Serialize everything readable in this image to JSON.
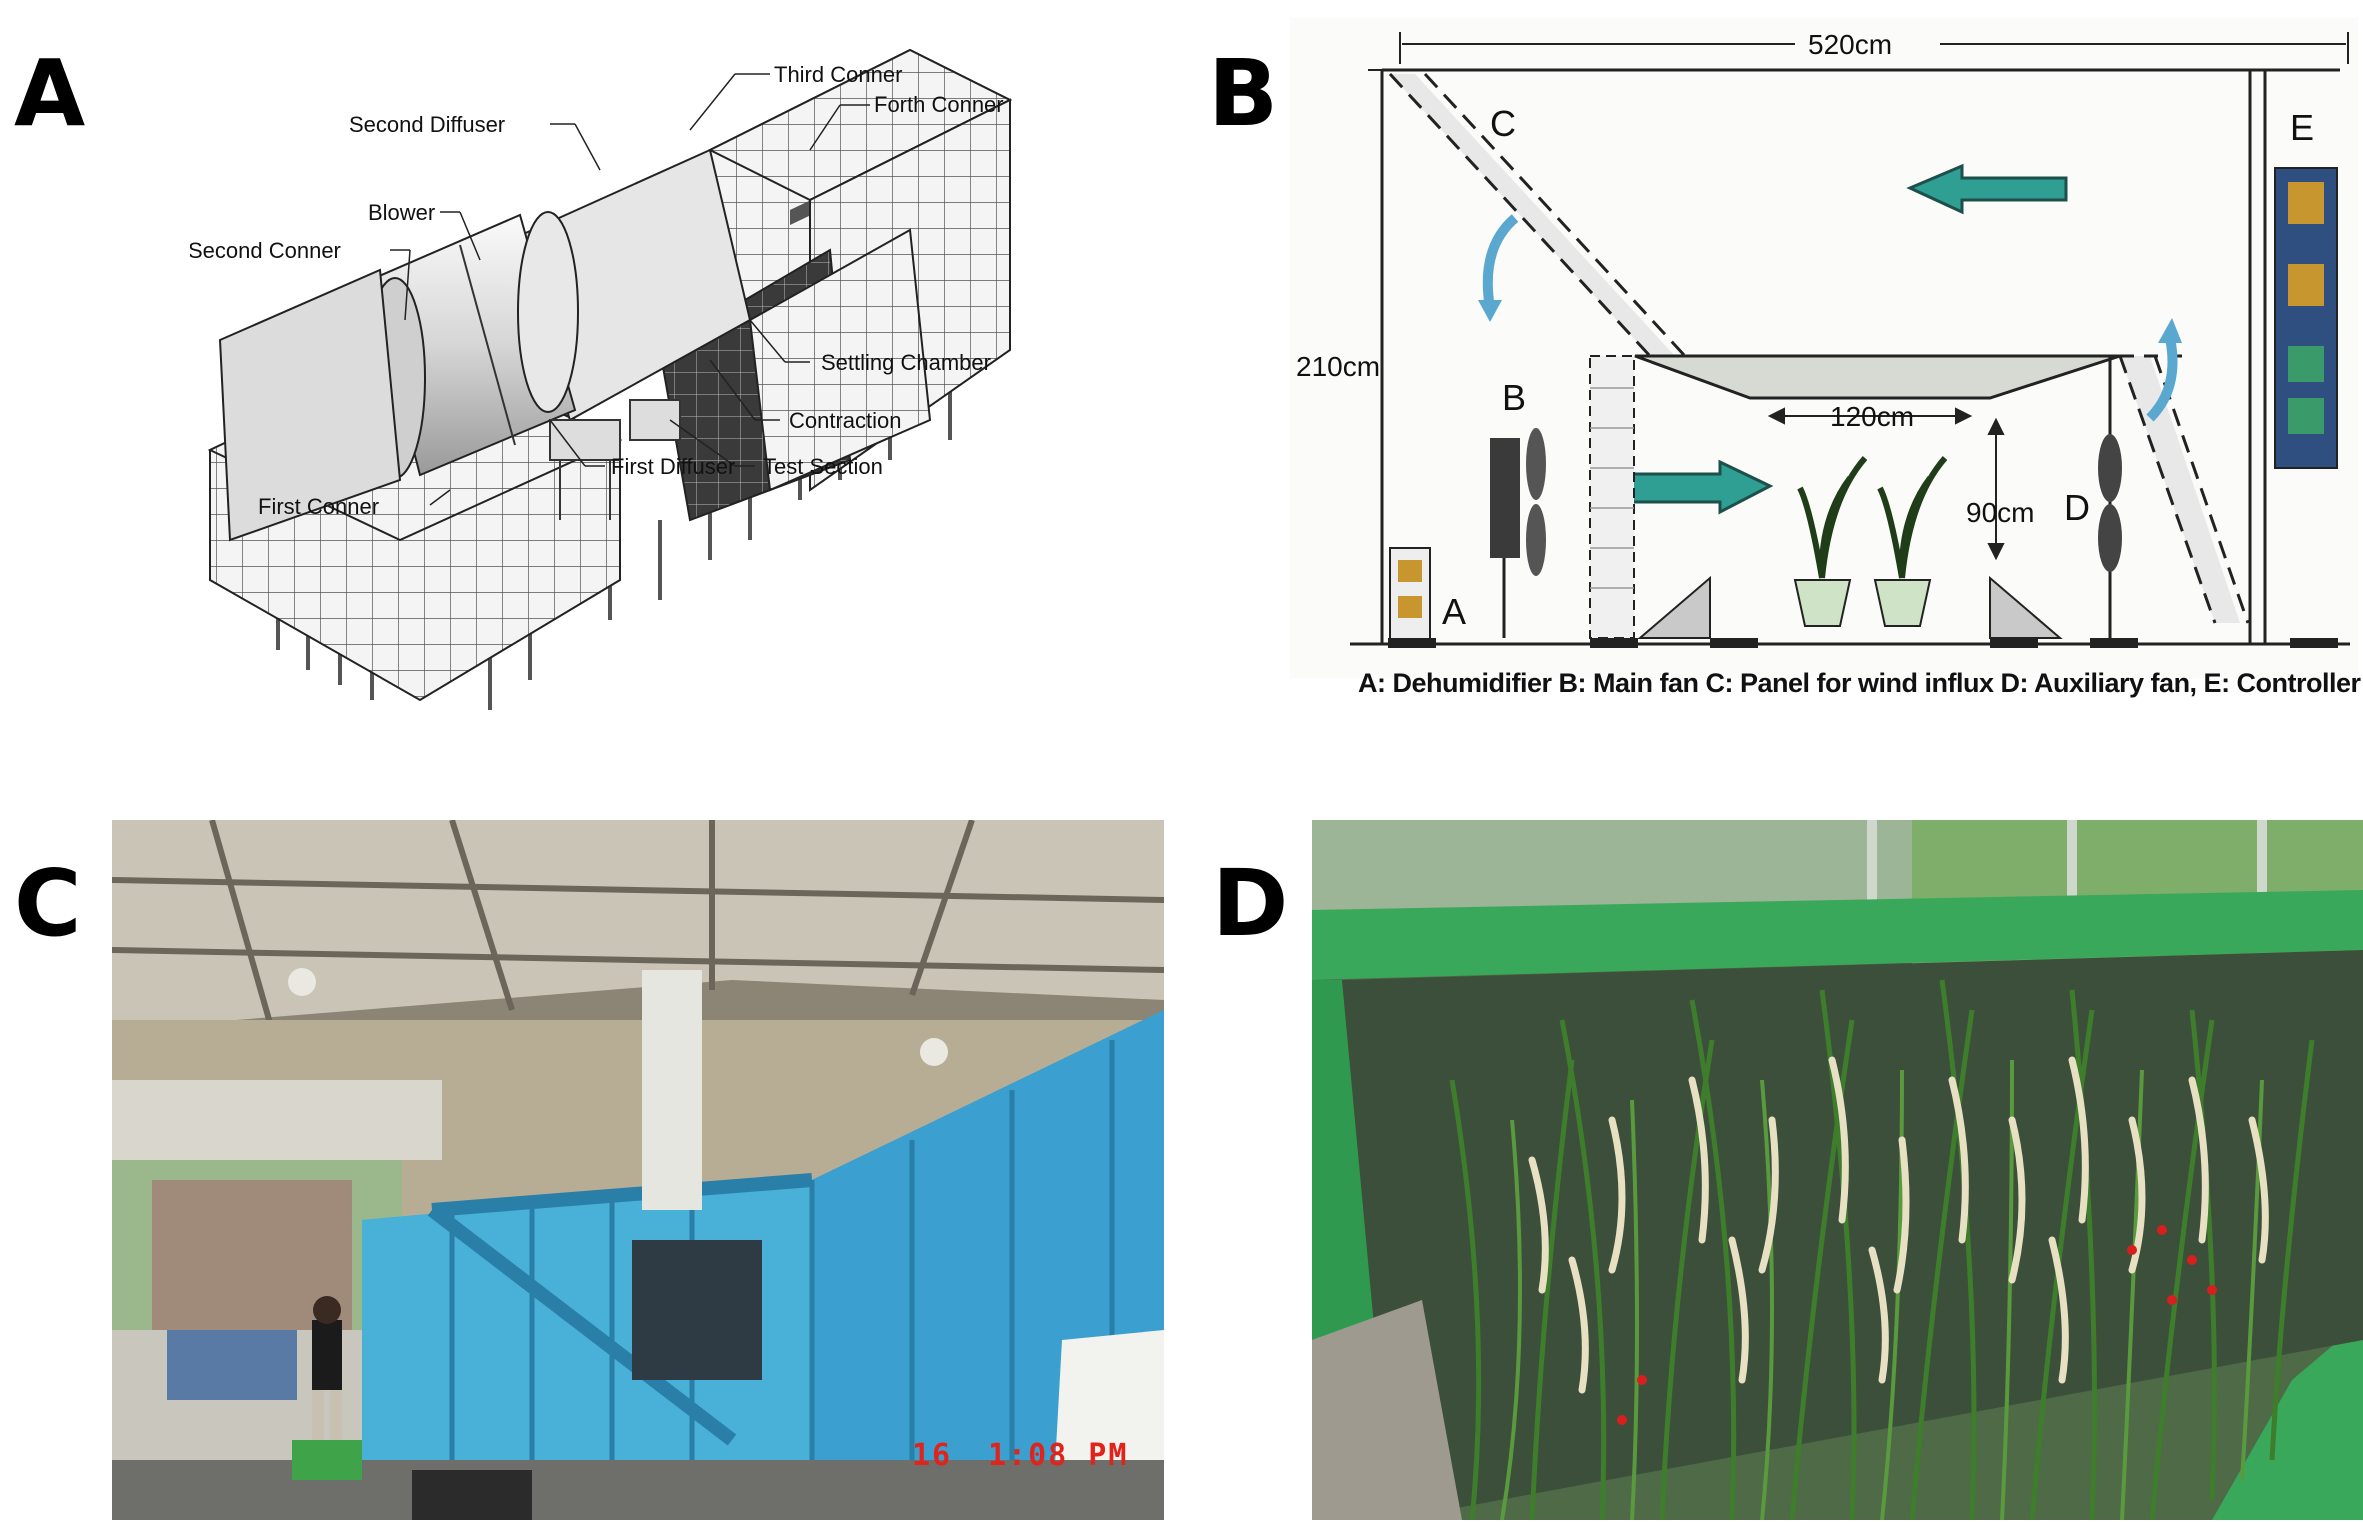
{
  "panels": {
    "a": {
      "letter": "A"
    },
    "b": {
      "letter": "B"
    },
    "c": {
      "letter": "C"
    },
    "d": {
      "letter": "D"
    }
  },
  "wind_tunnel": {
    "labels": {
      "third_corner": "Third Conner",
      "forth_corner": "Forth Conner",
      "second_diffuser": "Second Diffuser",
      "blower": "Blower",
      "second_corner": "Second Conner",
      "settling_chamber": "Settling Chamber",
      "contraction": "Contraction",
      "first_diffuser": "First Diffuser",
      "test_section": "Test Section",
      "first_corner": "First Conner"
    }
  },
  "chamber_diagram": {
    "dimensions": {
      "width": "520cm",
      "height": "210cm",
      "plate_width": "120cm",
      "clearance": "90cm"
    },
    "component_letters": {
      "a": "A",
      "b": "B",
      "c": "C",
      "d": "D",
      "e": "E"
    },
    "caption": "A: Dehumidifier  B: Main fan   C: Panel for wind influx  D: Auxiliary fan, E: Controller"
  },
  "photo_c": {
    "timestamp_day": "16",
    "timestamp_time": "1:08 PM"
  },
  "colors": {
    "tunnel_blue": "#3aa3cf",
    "arrow_teal": "#2f9e93",
    "rice_green": "#3e7d2c",
    "stamp_red": "#e0241b"
  }
}
